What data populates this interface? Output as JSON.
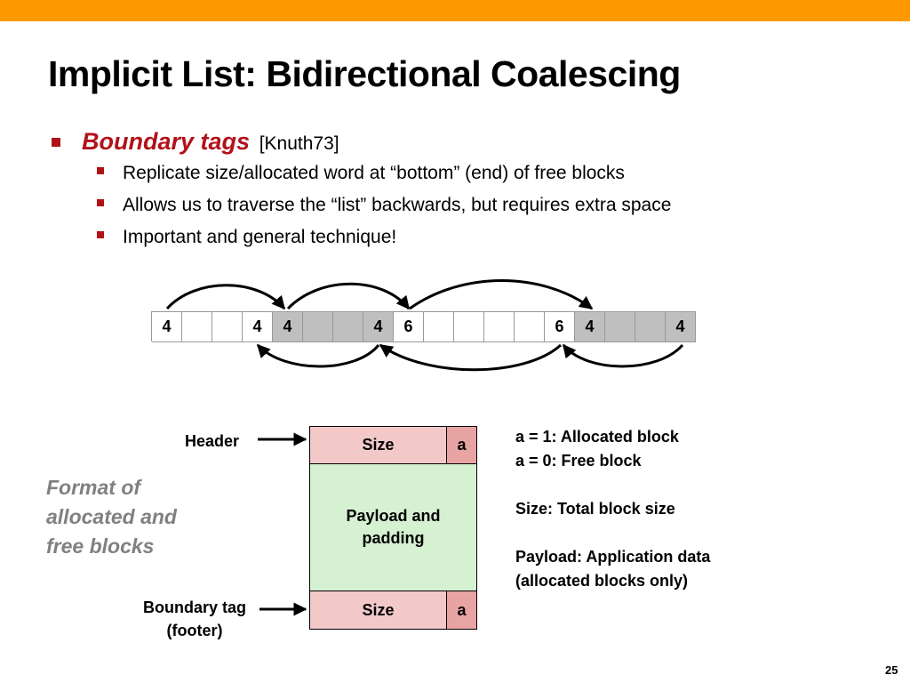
{
  "title": "Implicit List: Bidirectional Coalescing",
  "bullet1": {
    "emph": "Boundary tags",
    "ref": "[Knuth73]"
  },
  "sub_bullets": [
    "Replicate size/allocated word at “bottom” (end) of free blocks",
    "Allows us to traverse the “list” backwards, but requires extra space",
    "Important and general technique!"
  ],
  "memory_cells": [
    "4",
    "",
    "",
    "4",
    "4",
    "",
    "",
    "4",
    "6",
    "",
    "",
    "",
    "",
    "6",
    "4",
    "",
    "",
    "4"
  ],
  "diagram": {
    "header_label": "Header",
    "footer_label_line1": "Boundary tag",
    "footer_label_line2": "(footer)",
    "size_label": "Size",
    "a_label": "a",
    "payload_line1": "Payload and",
    "payload_line2": "padding",
    "format_line1": "Format of",
    "format_line2": "allocated and",
    "format_line3": "free blocks"
  },
  "legend": {
    "line1": "a = 1: Allocated block",
    "line2": "a = 0: Free block",
    "line3": "Size: Total block size",
    "line4": "Payload: Application data",
    "line5": "(allocated blocks only)"
  },
  "colors": {
    "accent_bar": "#ff9900",
    "bullet_red": "#b1121a",
    "header_pink": "#f2c8c8",
    "payload_green": "#d6f0d2",
    "cell_gray": "#bfbfbf",
    "format_gray": "#808080"
  },
  "page_number": "25"
}
